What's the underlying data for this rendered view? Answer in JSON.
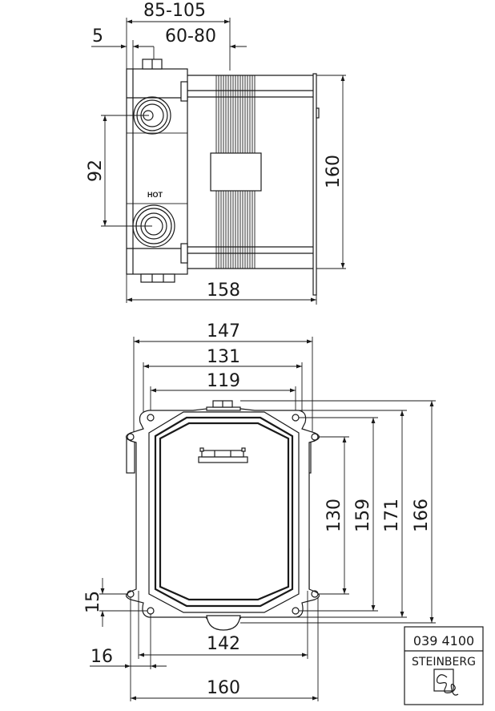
{
  "drawing": {
    "side_view": {
      "dimensions": {
        "top_overall": "85-105",
        "wall_offset": "5",
        "install_depth": "60-80",
        "port_spacing": "92",
        "height": "160",
        "width": "158"
      },
      "port_label": "HOT"
    },
    "front_view": {
      "dimensions": {
        "outer_width": "147",
        "mid_width": "131",
        "inner_width": "119",
        "hole_spacing_v": "130",
        "height_159": "159",
        "height_171": "171",
        "height_166": "166",
        "bottom_offset_v": "15",
        "bottom_offset_h": "16",
        "bottom_inner_width": "142",
        "bottom_outer_width": "160"
      }
    },
    "title_block": {
      "article_number": "039 4100",
      "brand": "STEINBERG",
      "logo_icon": "steinberg-logo-icon"
    }
  }
}
